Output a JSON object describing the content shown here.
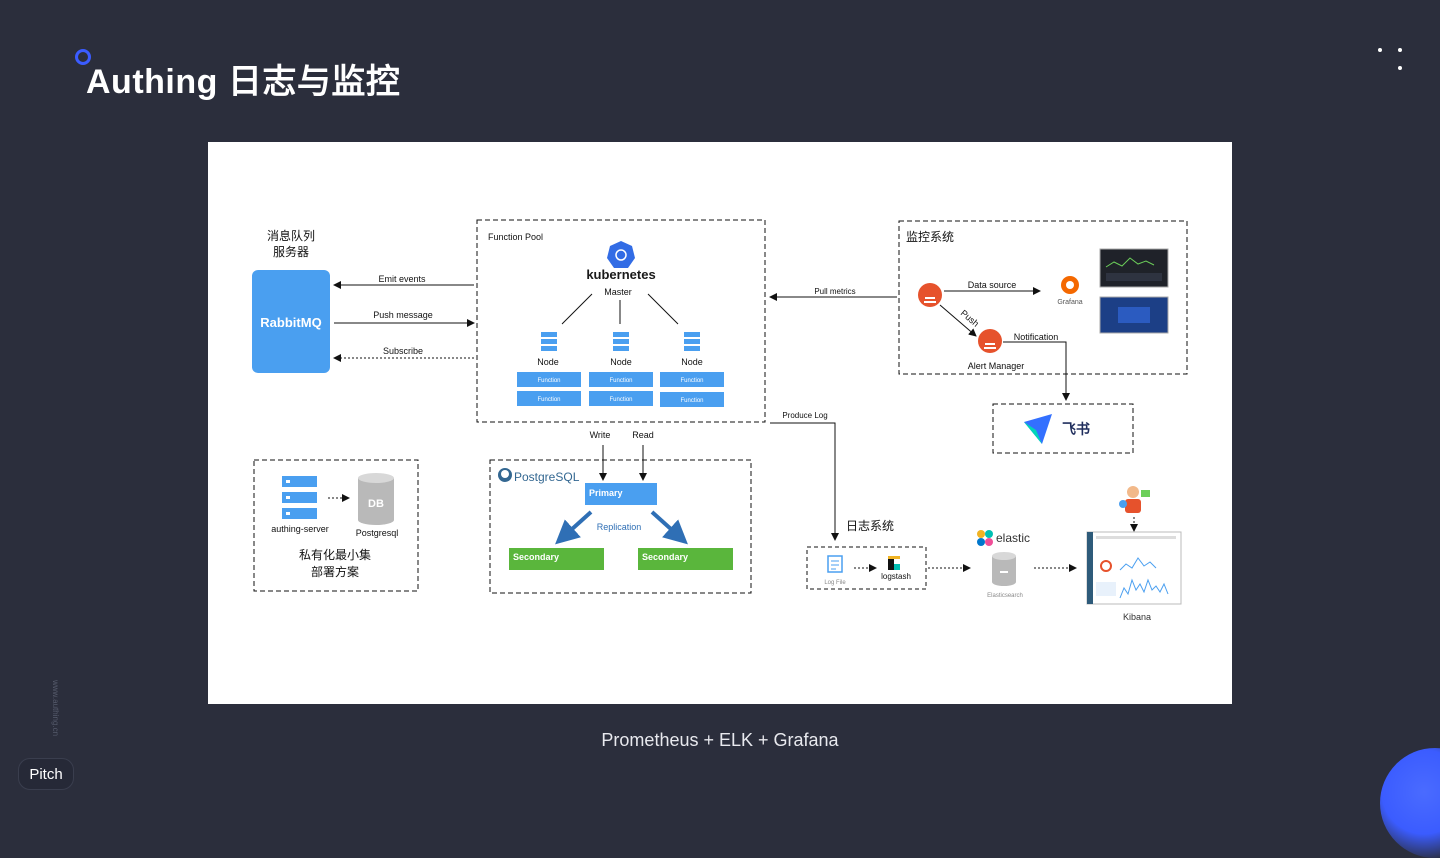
{
  "header": {
    "title": "Authing 日志与监控"
  },
  "side": {
    "url": "www.authing.cn"
  },
  "caption": "Prometheus + ELK + Grafana",
  "badge": {
    "label": "Pitch"
  },
  "diagram": {
    "mq": {
      "title_line1": "消息队列",
      "title_line2": "服务器",
      "box": "RabbitMQ"
    },
    "arrows": {
      "emit": "Emit events",
      "push": "Push message",
      "subscribe": "Subscribe",
      "pull": "Pull metrics",
      "produce": "Produce Log",
      "write": "Write",
      "read": "Read"
    },
    "function_pool": {
      "label": "Function Pool",
      "k8s": "kubernetes",
      "master": "Master",
      "node": "Node",
      "function": "Function"
    },
    "monitor": {
      "label": "监控系统",
      "data_source": "Data source",
      "grafana": "Grafana",
      "push": "Push",
      "notification": "Notification",
      "alert": "Alert Manager"
    },
    "feishu": {
      "label": "飞书"
    },
    "private": {
      "server": "authing-server",
      "db_icon": "DB",
      "db": "Postgresql",
      "line1": "私有化最小集",
      "line2": "部署方案"
    },
    "pg": {
      "logo": "PostgreSQL",
      "primary": "Primary",
      "replication": "Replication",
      "secondary": "Secondary"
    },
    "log": {
      "label": "日志系统",
      "logfile": "Log File",
      "logstash": "logstash",
      "elastic": "elastic",
      "es": "Elasticsearch",
      "kibana": "Kibana"
    },
    "colors": {
      "blue": "#4a9ff0",
      "green": "#5ab63c",
      "prom": "#e6522c",
      "dark": "#2b2e3c"
    }
  }
}
